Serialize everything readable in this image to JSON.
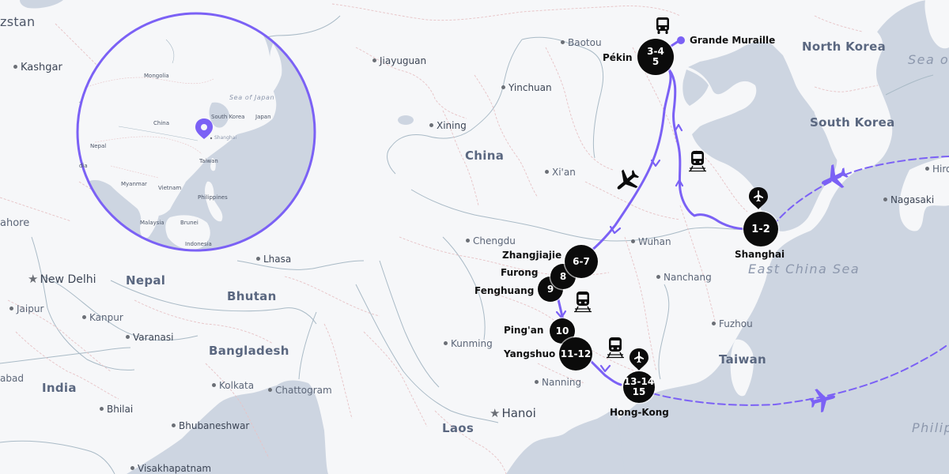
{
  "map": {
    "colors": {
      "land": "#f6f7f9",
      "water": "#cdd5e1",
      "route": "#7b61f5",
      "marker": "#0b0b0b",
      "border": "#e7c3c6",
      "river": "#a9bac6"
    },
    "countries": [
      {
        "id": "kazakhstan",
        "label": "zstan"
      },
      {
        "id": "china",
        "label": "China"
      },
      {
        "id": "nepal",
        "label": "Nepal"
      },
      {
        "id": "bhutan",
        "label": "Bhutan"
      },
      {
        "id": "bangladesh",
        "label": "Bangladesh"
      },
      {
        "id": "india",
        "label": "India"
      },
      {
        "id": "laos",
        "label": "Laos"
      },
      {
        "id": "taiwan",
        "label": "Taiwan"
      },
      {
        "id": "north-korea",
        "label": "North Korea"
      },
      {
        "id": "south-korea",
        "label": "South Korea"
      }
    ],
    "seas": [
      {
        "id": "east-china-sea",
        "label": "East China Sea"
      },
      {
        "id": "sea-of-japan",
        "label": "Sea o"
      },
      {
        "id": "philippine-sea",
        "label": "Philip"
      }
    ],
    "capitals": [
      {
        "id": "new-delhi",
        "label": "New Delhi"
      },
      {
        "id": "hanoi",
        "label": "Hanoi"
      }
    ],
    "cities": [
      {
        "id": "kashgar",
        "label": "Kashgar"
      },
      {
        "id": "jiayuguan",
        "label": "Jiayuguan"
      },
      {
        "id": "baotou",
        "label": "Baotou"
      },
      {
        "id": "yinchuan",
        "label": "Yinchuan"
      },
      {
        "id": "xining",
        "label": "Xining"
      },
      {
        "id": "xian",
        "label": "Xi'an"
      },
      {
        "id": "chengdu",
        "label": "Chengdu"
      },
      {
        "id": "wuhan",
        "label": "Wuhan"
      },
      {
        "id": "nanchang",
        "label": "Nanchang"
      },
      {
        "id": "fuzhou",
        "label": "Fuzhou"
      },
      {
        "id": "kunming",
        "label": "Kunming"
      },
      {
        "id": "nanning",
        "label": "Nanning"
      },
      {
        "id": "lhasa",
        "label": "Lhasa"
      },
      {
        "id": "lahore",
        "label": "ahore"
      },
      {
        "id": "jaipur",
        "label": "Jaipur"
      },
      {
        "id": "kanpur",
        "label": "Kanpur"
      },
      {
        "id": "varanasi",
        "label": "Varanasi"
      },
      {
        "id": "kolkata",
        "label": "Kolkata"
      },
      {
        "id": "chattogram",
        "label": "Chattogram"
      },
      {
        "id": "ahmedabad",
        "label": "abad"
      },
      {
        "id": "bhilai",
        "label": "Bhilai"
      },
      {
        "id": "bhubaneshwar",
        "label": "Bhubaneshwar"
      },
      {
        "id": "visakhapatnam",
        "label": "Visakhapatnam"
      },
      {
        "id": "nagasaki",
        "label": "Nagasaki"
      },
      {
        "id": "hiroshima",
        "label": "Hiro"
      }
    ],
    "inset": {
      "labels": {
        "mongolia": "Mongolia",
        "sea_of_japan": "Sea of Japan",
        "china": "China",
        "south_korea": "South Korea",
        "japan": "Japan",
        "shanghai": "Shanghai",
        "nepal": "Nepal",
        "india": "dia",
        "taiwan": "Taiwan",
        "myanmar": "Myanmar",
        "vietnam": "Vietnam",
        "philippines": "Philippines",
        "malaysia": "Malaysia",
        "brunei": "Brunei",
        "indonesia": "Indonesia"
      }
    },
    "stops": [
      {
        "id": "shanghai",
        "days": "1-2",
        "label": "Shanghai"
      },
      {
        "id": "pekin",
        "days_line1": "3-4",
        "days_line2": "5",
        "label": "Pékin"
      },
      {
        "id": "grande-muraille",
        "label": "Grande Muraille"
      },
      {
        "id": "zhangjiajie",
        "days": "6-7",
        "label": "Zhangjiajie"
      },
      {
        "id": "furong",
        "days": "8",
        "label": "Furong"
      },
      {
        "id": "fenghuang",
        "days": "9",
        "label": "Fenghuang"
      },
      {
        "id": "pingan",
        "days": "10",
        "label": "Ping'an"
      },
      {
        "id": "yangshuo",
        "days": "11-12",
        "label": "Yangshuo"
      },
      {
        "id": "hong-kong",
        "days_line1": "13-14",
        "days_line2": "15",
        "label": "Hong-Kong"
      }
    ],
    "transport_icons": [
      {
        "id": "bus",
        "type": "bus-icon",
        "near": "Pékin → Grande Muraille"
      },
      {
        "id": "train-1",
        "type": "train-icon",
        "near": "Shanghai → Pékin"
      },
      {
        "id": "plane-1",
        "type": "plane-icon",
        "near": "Pékin → Zhangjiajie"
      },
      {
        "id": "train-2",
        "type": "train-icon",
        "near": "Fenghuang → Ping'an"
      },
      {
        "id": "train-3",
        "type": "train-icon",
        "near": "Yangshuo → Hong-Kong"
      },
      {
        "id": "plane-shanghai",
        "type": "airport-pin-icon",
        "near": "Shanghai"
      },
      {
        "id": "plane-hongkong",
        "type": "airport-pin-icon",
        "near": "Hong-Kong"
      },
      {
        "id": "plane-flight-in",
        "type": "plane-icon",
        "near": "Japan → Shanghai"
      },
      {
        "id": "plane-flight-out",
        "type": "plane-icon",
        "near": "Hong-Kong → Pacific"
      }
    ]
  }
}
